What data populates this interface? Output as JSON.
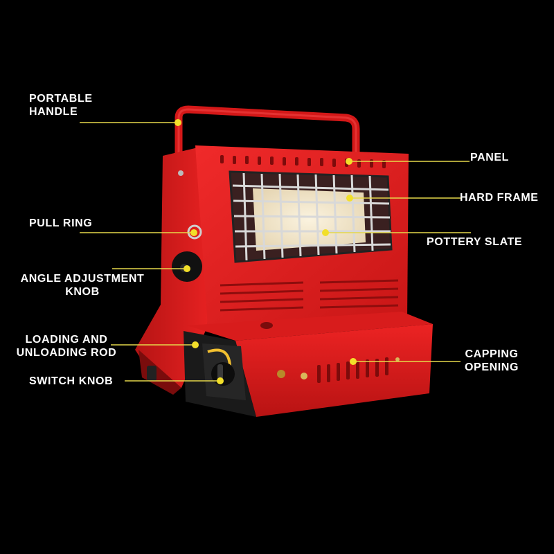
{
  "colors": {
    "background": "#000000",
    "heater_red": "#e01f1f",
    "heater_dark_red": "#a81212",
    "leader_line": "#e6d84a",
    "marker_dot": "#f2df2a",
    "label_text": "#ffffff"
  },
  "callouts": {
    "portable_handle": [
      "PORTABLE",
      "HANDLE"
    ],
    "pull_ring": [
      "PULL RING"
    ],
    "angle_adjustment_knob": [
      "ANGLE ADJUSTMENT",
      "KNOB"
    ],
    "loading_unloading_rod": [
      "LOADING AND",
      "UNLOADING ROD"
    ],
    "switch_knob": [
      "SWITCH KNOB"
    ],
    "panel": [
      "PANEL"
    ],
    "hard_frame": [
      "HARD FRAME"
    ],
    "pottery_slate": [
      "POTTERY SLATE"
    ],
    "capping_opening": [
      "CAPPING",
      "OPENING"
    ]
  }
}
